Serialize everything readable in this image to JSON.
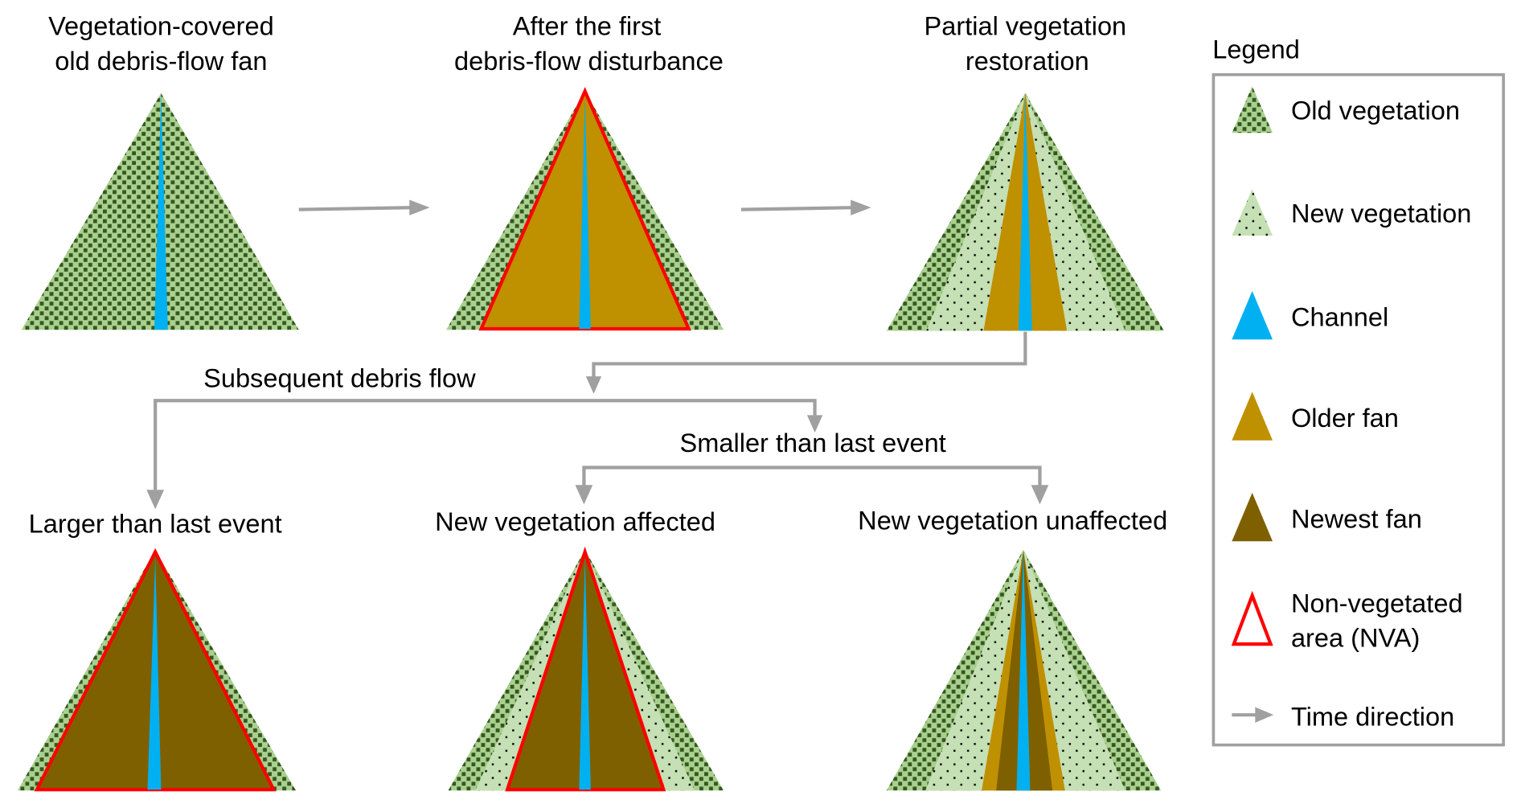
{
  "stages": {
    "s1_line1": "Vegetation-covered",
    "s1_line2": "old debris-flow fan",
    "s2_line1": "After the first",
    "s2_line2": "debris-flow disturbance",
    "s3_line1": "Partial vegetation",
    "s3_line2": "restoration",
    "s4": "Larger than last event",
    "s5": "New vegetation affected",
    "s6": "New vegetation unaffected"
  },
  "branches": {
    "subsequent": "Subsequent debris flow",
    "smaller": "Smaller than last event"
  },
  "legend": {
    "title": "Legend",
    "items": [
      {
        "label": "Old vegetation",
        "color": "#a9d18e"
      },
      {
        "label": "New vegetation",
        "color": "#c5e0b4"
      },
      {
        "label": "Channel",
        "color": "#00b0f0"
      },
      {
        "label": "Older fan",
        "color": "#bf9000"
      },
      {
        "label": "Newest fan",
        "color": "#7f6000"
      },
      {
        "label_line1": "Non-vegetated",
        "label_line2": "area (NVA)",
        "color": "#ff0000"
      },
      {
        "label": "Time direction",
        "color": "#a0a0a0"
      }
    ]
  }
}
